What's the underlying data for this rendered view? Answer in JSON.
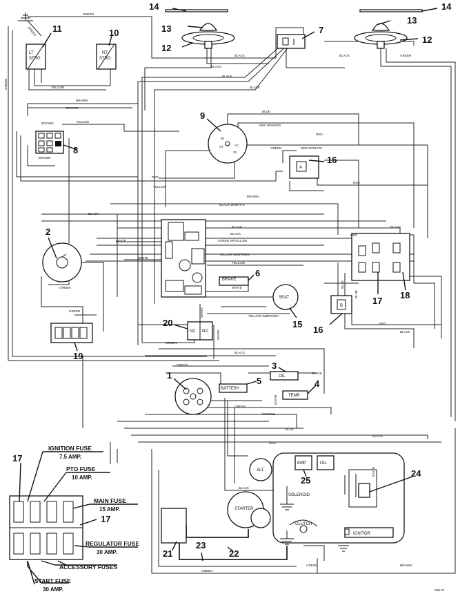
{
  "drawing_number": "03/175",
  "callouts": {
    "c1": "1",
    "c2": "2",
    "c3": "3",
    "c4": "4",
    "c5": "5",
    "c6": "6",
    "c7": "7",
    "c8": "8",
    "c9": "9",
    "c10": "10",
    "c11": "11",
    "c12a": "12",
    "c12b": "12",
    "c13a": "13",
    "c13b": "13",
    "c14a": "14",
    "c14b": "14",
    "c15": "15",
    "c16a": "16",
    "c16b": "16",
    "c17a": "17",
    "c17b": "17",
    "c17c": "17",
    "c18": "18",
    "c19": "19",
    "c20": "20",
    "c21": "21",
    "c22": "22",
    "c23": "23",
    "c24": "24",
    "c25": "25"
  },
  "components": {
    "lt_strg_1": "LT",
    "lt_strg_2": "STRG",
    "rt_strg_1": "RT",
    "rt_strg_2": "STRG",
    "brake": "BRAKE",
    "seat": "SEAT",
    "battery": "BATTERY",
    "oil": "OIL",
    "temp": "TEMP",
    "relay_a": "A",
    "relay_b": "B",
    "nc": "NC",
    "no": "NO",
    "alt": "ALT.",
    "starter": "STARTER",
    "solenoid": "SOLENOID",
    "clutch": "CLUTCH",
    "ignitor": "IGNITOR",
    "emp": "EMP",
    "oil2": "OIL",
    "key_st": "ST",
    "key_ac": "AC",
    "key_30": "30",
    "key_50": "50"
  },
  "wires": {
    "green_top": "GREEN",
    "green_left_tag": "GREEN",
    "green_left_vertical": "GREEN",
    "yellow_strg": "YELLOW",
    "black_lamp_l": "BLACK",
    "black_lamp_r": "BLACK",
    "green_lamp_r": "GREEN",
    "black_1": "BLACK",
    "black_2": "BLACK",
    "black_3": "BLACK",
    "brown_1": "BROWN",
    "brown_2": "BROWN",
    "yellow_8": "YELLOW",
    "brown_8a": "BROWN",
    "brown_8b": "BROWN",
    "blue_9": "BLUE",
    "red_white_9": "RED W/WHITE",
    "red_9": "RED",
    "green_16": "GREEN",
    "red_white_16": "RED W/WHITE",
    "red_a": "RED",
    "yellow_a": "YELLOW",
    "red_b": "RED",
    "brown_mid": "BROWN",
    "black_white_mid": "BLACK W/WHITE",
    "black_2a": "BLACK",
    "black_mid": "BLACK",
    "black_mid2": "BLACK",
    "green_w_yellow": "GREEN W/YELLOW",
    "white_2": "WHITE",
    "white_3": "WHITE",
    "yellow_w_brown": "YELLOW W/BROWN",
    "yellow_mid": "YELLOW",
    "white_brake": "WHITE",
    "green_2": "GREEN",
    "red_18": "RED",
    "black_18": "BLACK",
    "blue_16": "BLUE",
    "blue_16b": "BLUE",
    "yellow_w_brown_seat": "YELLOW W/BROWN",
    "red_16b": "RED",
    "black_16b": "BLACK",
    "green_19": "GREEN",
    "white_20": "WHITE",
    "white_20b": "WHITE",
    "green_20": "GREEN",
    "black_20": "BLACK",
    "green_1": "GREEN",
    "black_3b": "BLACK",
    "black_4": "BLACK",
    "green_5": "GREEN",
    "purple_5": "PURPLE",
    "blue_bot": "BLUE",
    "black_bot": "BLACK",
    "red_bot": "RED",
    "black_alt": "BLACK",
    "black_24": "BLACK",
    "green_bot1": "GREEN",
    "green_bot2": "GREEN",
    "brown_bot": "BROWN"
  },
  "fuse_panel": {
    "ignition_fuse": "IGNITION FUSE",
    "ignition_amp": "7.5 AMP.",
    "pto_fuse": "PTO FUSE",
    "pto_amp": "10 AMP.",
    "main_fuse": "MAIN FUSE",
    "main_amp": "15 AMP.",
    "regulator_fuse": "REGULATOR FUSE",
    "regulator_amp": "30 AMP.",
    "accessory_fuses": "ACCESSORY FUSES",
    "start_fuse": "START FUSE",
    "start_amp": "30 AMP."
  }
}
